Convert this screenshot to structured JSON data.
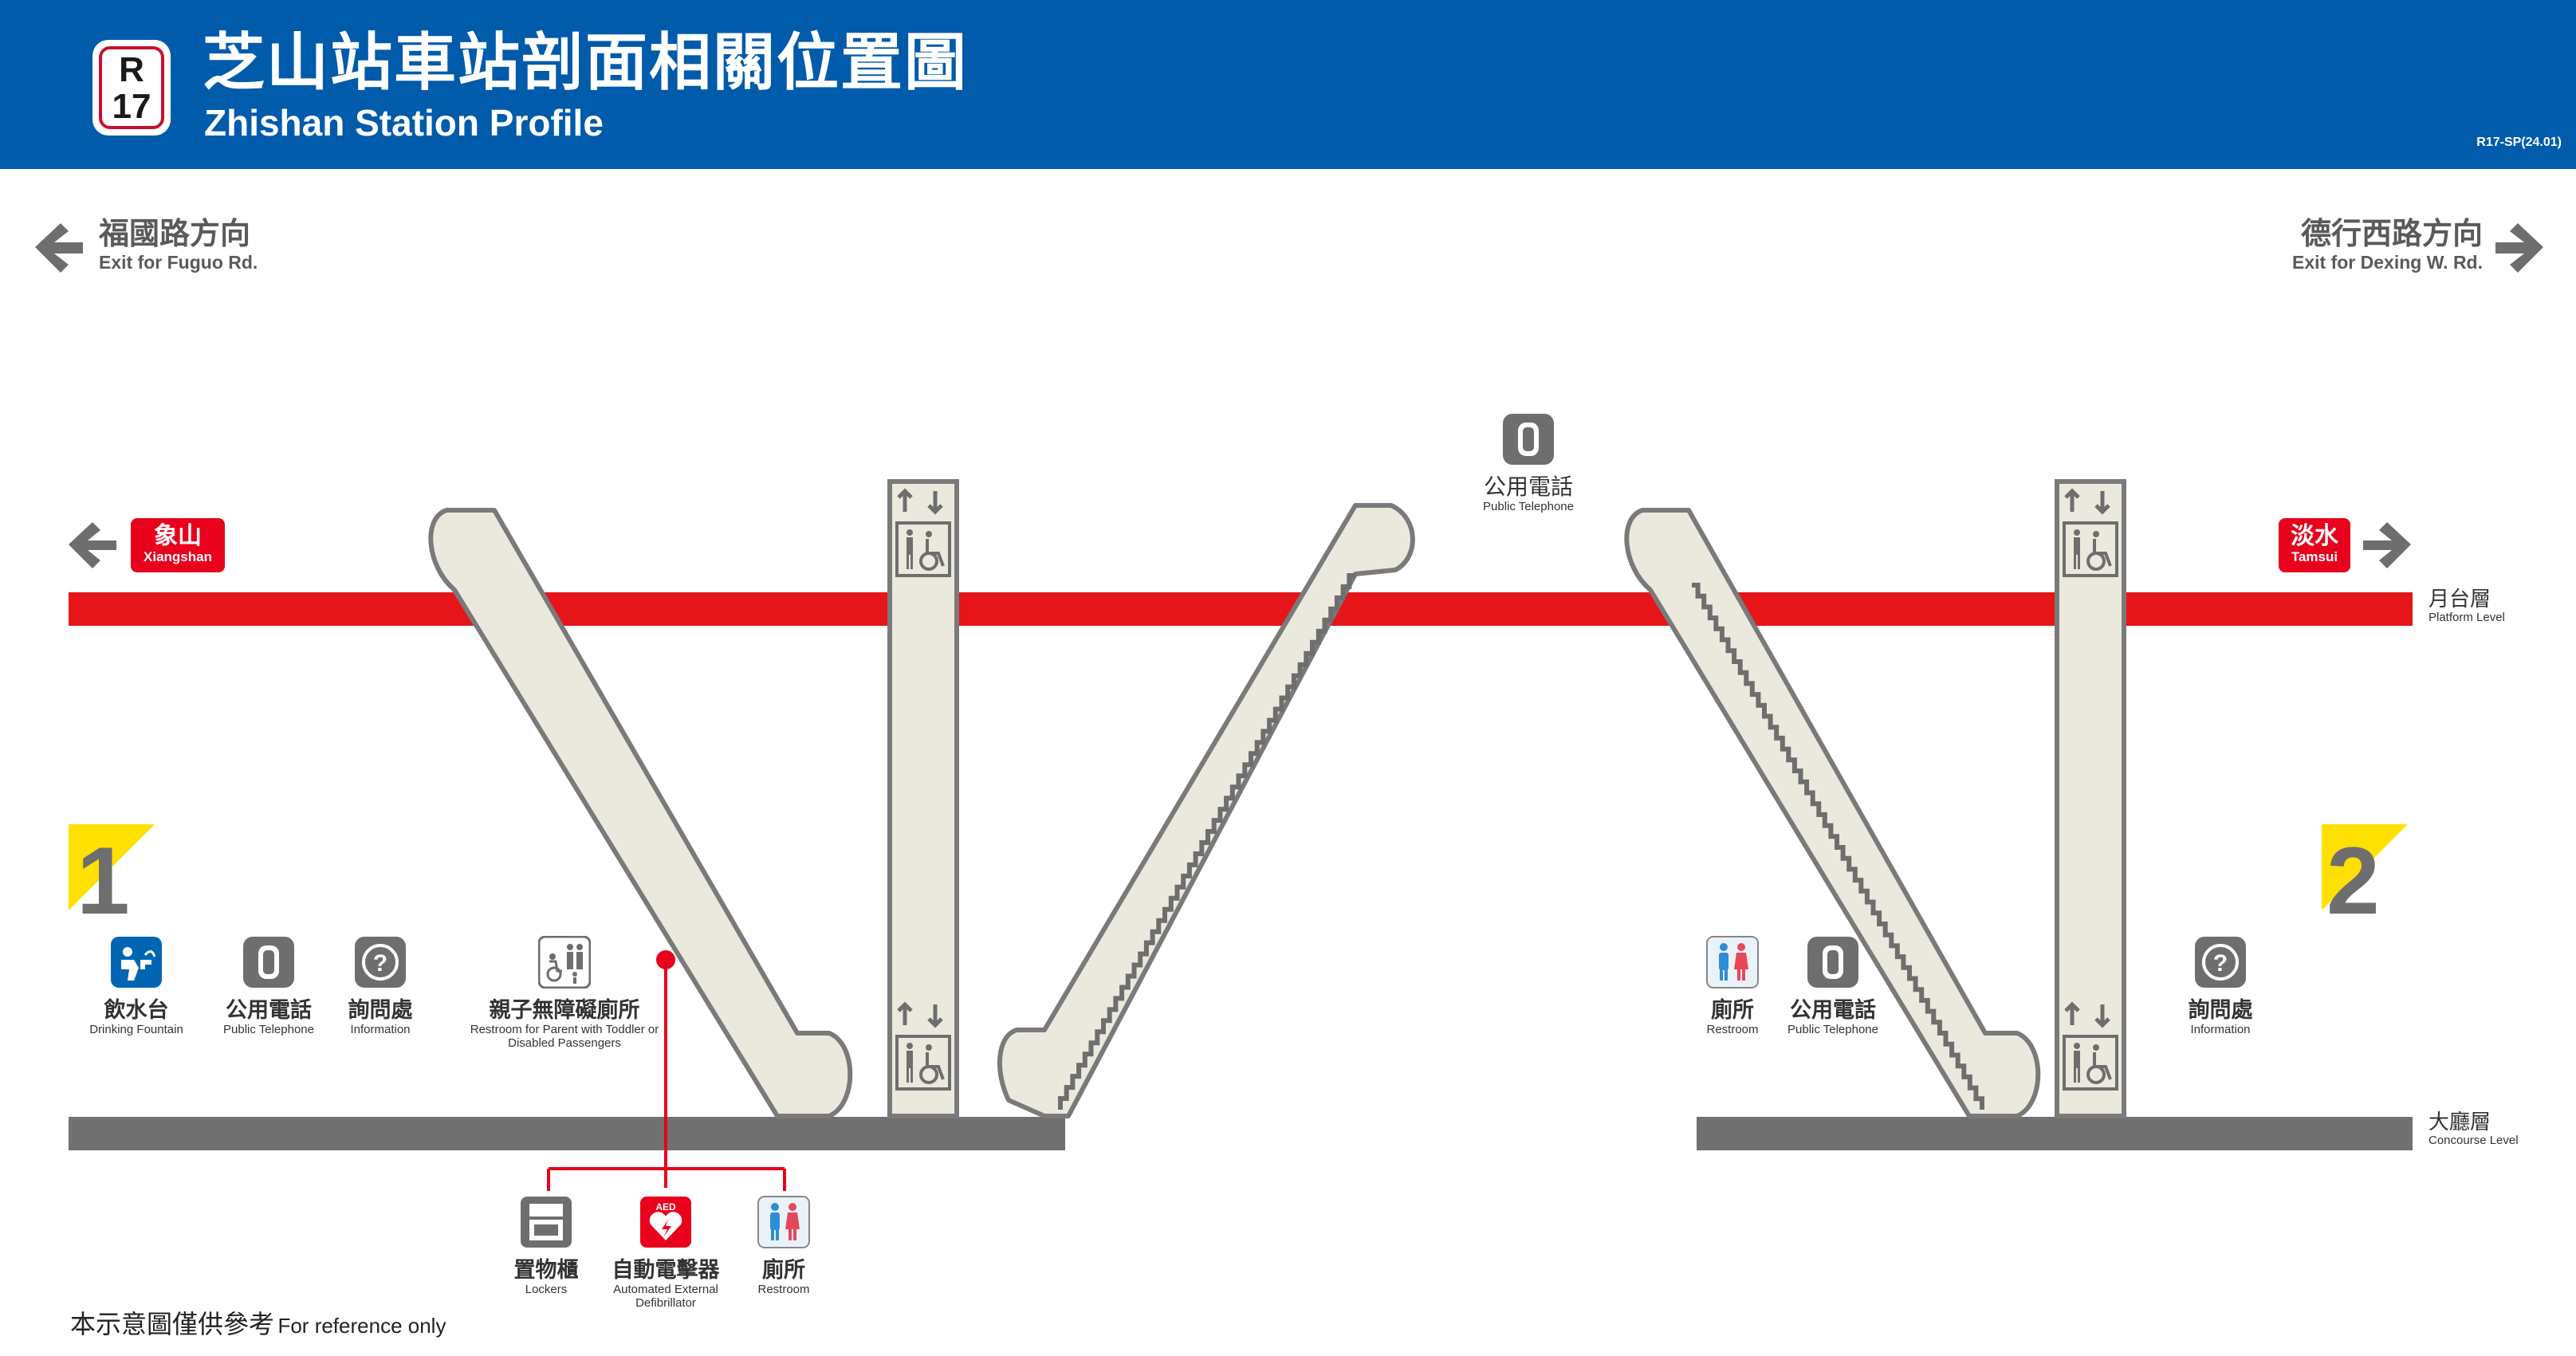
{
  "header": {
    "line_code": "R",
    "station_number": "17",
    "title_zh": "芝山站車站剖面相關位置圖",
    "title_en": "Zhishan Station Profile",
    "doc_code": "R17-SP(24.01)"
  },
  "exits_direction": {
    "left": {
      "zh": "福國路方向",
      "en": "Exit for Fuguo Rd."
    },
    "right": {
      "zh": "德行西路方向",
      "en": "Exit for Dexing W. Rd."
    }
  },
  "destinations": {
    "left": {
      "zh": "象山",
      "en": "Xiangshan"
    },
    "right": {
      "zh": "淡水",
      "en": "Tamsui"
    }
  },
  "levels": {
    "platform": {
      "zh": "月台層",
      "en": "Platform Level"
    },
    "concourse": {
      "zh": "大廳層",
      "en": "Concourse Level"
    }
  },
  "exit_numbers": {
    "left": "1",
    "right": "2"
  },
  "platform_facilities": {
    "telephone": {
      "zh": "公用電話",
      "en": "Public Telephone"
    }
  },
  "concourse_left": [
    {
      "zh": "飲水台",
      "en": "Drinking Fountain",
      "icon": "drinking-fountain-icon"
    },
    {
      "zh": "公用電話",
      "en": "Public Telephone",
      "icon": "telephone-icon"
    },
    {
      "zh": "詢問處",
      "en": "Information",
      "icon": "information-icon"
    },
    {
      "zh": "親子無障礙廁所",
      "en": "Restroom for Parent with Toddler or Disabled Passengers",
      "icon": "family-accessible-restroom-icon"
    }
  ],
  "below_concourse": [
    {
      "zh": "置物櫃",
      "en": "Lockers",
      "icon": "locker-icon"
    },
    {
      "zh": "自動電擊器",
      "en": "Automated External Defibrillator",
      "icon": "aed-icon",
      "badge": "AED"
    },
    {
      "zh": "廁所",
      "en": "Restroom",
      "icon": "restroom-icon"
    }
  ],
  "concourse_right": [
    {
      "zh": "廁所",
      "en": "Restroom",
      "icon": "restroom-icon"
    },
    {
      "zh": "公用電話",
      "en": "Public Telephone",
      "icon": "telephone-icon"
    },
    {
      "zh": "詢問處",
      "en": "Information",
      "icon": "information-icon"
    }
  ],
  "footer": {
    "zh": "本示意圖僅供參考",
    "en": "For reference only"
  },
  "colors": {
    "header_blue": "#005bab",
    "platform_red": "#e5151a",
    "concourse_gray": "#707070",
    "escalator_fill": "#ebe9dd",
    "exit_yellow": "#ffe000",
    "icon_gray": "#6e6e6e",
    "drinking_blue": "#0066b3",
    "aed_red": "#e8001c",
    "restroom_bg": "#e9f2f9"
  }
}
